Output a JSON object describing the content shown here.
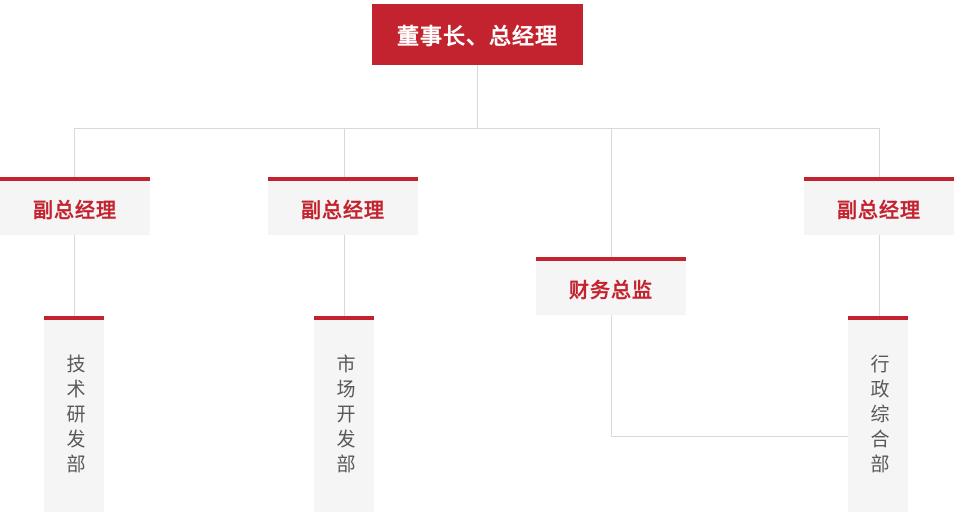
{
  "colors": {
    "accent_red": "#c3232e",
    "box_bg": "#f5f5f5",
    "line": "#d9d9d9",
    "dept_text": "#595959",
    "root_text": "#ffffff"
  },
  "org_chart": {
    "root": {
      "label": "董事长、总经理"
    },
    "level2": [
      {
        "label": "副总经理"
      },
      {
        "label": "副总经理"
      },
      {
        "label": "财务总监"
      },
      {
        "label": "副总经理"
      }
    ],
    "departments": [
      {
        "label": "技术研发部"
      },
      {
        "label": "市场开发部"
      },
      {
        "label": "行政综合部"
      }
    ]
  }
}
